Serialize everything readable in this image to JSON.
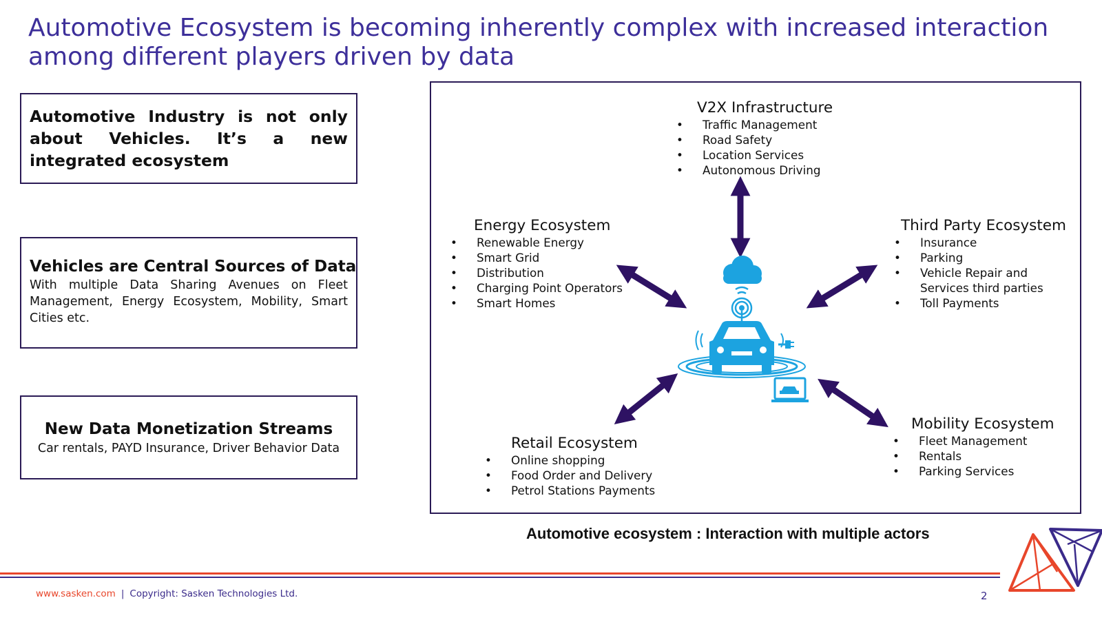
{
  "title": {
    "line1": "Automotive Ecosystem is becoming inherently complex with increased interaction",
    "line2": "among different players driven by data"
  },
  "left_boxes": {
    "industry": {
      "text": "Automotive Industry is not only about Vehicles. It’s a new integrated ecosystem"
    },
    "data_sources": {
      "heading": "Vehicles are Central Sources of Data",
      "body": "With multiple Data Sharing Avenues on Fleet Management, Energy Ecosystem, Mobility, Smart Cities etc."
    },
    "monetization": {
      "heading": "New Data Monetization Streams",
      "body": "Car rentals, PAYD Insurance, Driver Behavior Data"
    }
  },
  "diagram": {
    "v2x": {
      "title": "V2X Infrastructure",
      "items": [
        "Traffic Management",
        "Road Safety",
        "Location Services",
        "Autonomous Driving"
      ]
    },
    "energy": {
      "title": "Energy Ecosystem",
      "items": [
        "Renewable Energy",
        "Smart Grid",
        "Distribution",
        "Charging Point Operators",
        "Smart Homes"
      ]
    },
    "third_party": {
      "title": "Third Party Ecosystem",
      "items": [
        "Insurance",
        "Parking",
        "Vehicle Repair and",
        "Services third parties",
        "Toll Payments"
      ]
    },
    "retail": {
      "title": "Retail Ecosystem",
      "items": [
        "Online shopping",
        "Food Order and Delivery",
        "Petrol Stations Payments"
      ]
    },
    "mobility": {
      "title": "Mobility Ecosystem",
      "items": [
        "Fleet Management",
        "Rentals",
        "Parking Services"
      ]
    }
  },
  "caption": "Automotive ecosystem : Interaction with multiple actors",
  "footer": {
    "url": "www.sasken.com",
    "separator": "|",
    "copyright": "Copyright: Sasken Technologies Ltd.",
    "page": "2"
  },
  "colors": {
    "title": "#3d2f9a",
    "arrow": "#2e1263",
    "car": "#1ca3e0",
    "accent_red": "#e8462b",
    "accent_purple": "#3a2a8a"
  },
  "icons": [
    "cloud-icon",
    "wifi-icon",
    "car-icon",
    "laptop-icon",
    "sasken-logo-icon"
  ]
}
